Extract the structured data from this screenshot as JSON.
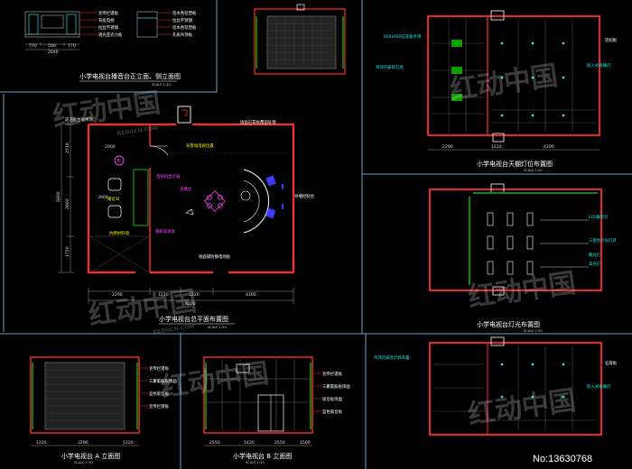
{
  "watermark": {
    "text": "红动中国",
    "sub": "REDOCN.COM",
    "code": "No:13630768"
  },
  "colors": {
    "wall": "#ff2a2a",
    "cyan": "#19e6e6",
    "green": "#0aa000",
    "yellow": "#f0f000",
    "magenta": "#ff40ff",
    "blue": "#3c3cff",
    "white": "#ffffff",
    "gray": "#9a9a9a"
  },
  "panel_top_left": {
    "labels": [
      "宣传栏镂板",
      "背投电视",
      "拉丝不锈钢",
      "透光亚克力板"
    ],
    "side_labels": [
      "铝木色铝塑板",
      "拉丝不锈钢",
      "铝木色铝塑板",
      "孔板吊顶板"
    ],
    "dims": [
      "770",
      "500",
      "770",
      "2040"
    ],
    "title": "小学电视台播音台正立面、侧立面图",
    "scale": "SCALE  1:30"
  },
  "panel_plan": {
    "title": "小学电视台总平面布置图",
    "scale": "SCALE  1:50",
    "notes": {
      "top_left": "前沿板台处吊顶",
      "top_right": "墙面石膏板覆面处理",
      "mid1": "背景墙电视位置",
      "mid2": "电视机显示器",
      "mid3": "演播台",
      "right": "导播控制台",
      "left1": "播音间",
      "left2": "抗燃材料墙",
      "bottom1": "隔断玻璃窗",
      "bottom2": "地面铺防静电地板"
    },
    "dims_bottom": [
      "2290",
      "1220",
      "1220",
      "4300"
    ],
    "dim_total": "8200",
    "dims_left": [
      "2510",
      "2660",
      "1750"
    ],
    "dim_left_total": "6900",
    "dim_inner": "2000",
    "dim_small": "3900"
  },
  "panel_ceiling": {
    "title": "小学电视台天棚灯位布置图",
    "scale": "SCALE  1:50",
    "notes": [
      "600x600石膏板吊顶",
      "吊顶内安装灯具",
      "铝扣板",
      "嵌入式格栅灯"
    ],
    "dims_bottom": [
      "2290",
      "1220",
      "4300"
    ]
  },
  "panel_lights": {
    "title": "小学电视台灯光布置图",
    "scale": "SCALE  1:50",
    "notes": [
      "LED摄影灯",
      "三基色冷光灯具",
      "柔光灯",
      "聚光灯"
    ]
  },
  "panel_right_bottom": {
    "notes": [
      "石膏板",
      "吊顶内安装灯具布置",
      "嵌入式格栅灯"
    ]
  },
  "panel_elev_a": {
    "title": "小学电视台 A 立面图",
    "scale": "SCALE  1:30",
    "notes": [
      "宣传栏镂板",
      "三聚氰胺板饰面",
      "蓝色吸音板",
      "宣传栏镂板"
    ],
    "dims": [
      "1220",
      "2290",
      "1220"
    ]
  },
  "panel_elev_b": {
    "title": "小学电视台 B 立面图",
    "scale": "SCALE  1:30",
    "notes": [
      "宣传栏镂板",
      "三聚氰胺板饰面",
      "吸音板饰面",
      "蓝色吸音板"
    ],
    "dims": [
      "2550",
      "1420",
      "2550",
      "1500"
    ]
  }
}
